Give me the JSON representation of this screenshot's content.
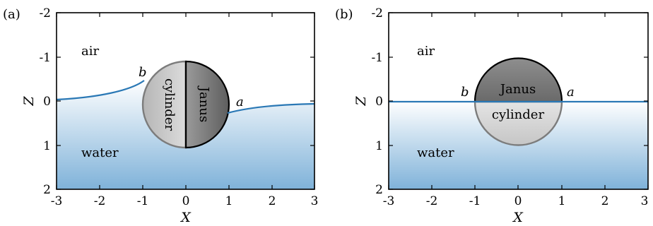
{
  "panels": [
    {
      "tag": "(a)",
      "region_air": "air",
      "region_water": "water",
      "point_a": "a",
      "point_b": "b",
      "label_janus": "Janus",
      "label_cylinder": "cylinder",
      "x_label": "X",
      "z_label": "Z",
      "x_ticks": [
        "-3",
        "-2",
        "-1",
        "0",
        "1",
        "2",
        "3"
      ],
      "z_ticks": [
        "-2",
        "-1",
        "0",
        "1",
        "2"
      ]
    },
    {
      "tag": "(b)",
      "region_air": "air",
      "region_water": "water",
      "point_a": "a",
      "point_b": "b",
      "label_janus": "Janus",
      "label_cylinder": "cylinder",
      "x_label": "X",
      "z_label": "Z",
      "x_ticks": [
        "-3",
        "-2",
        "-1",
        "0",
        "1",
        "2",
        "3"
      ],
      "z_ticks": [
        "-2",
        "-1",
        "0",
        "1",
        "2"
      ]
    }
  ],
  "colors": {
    "interface": "#2a78b5",
    "water_top": "#ffffff",
    "water_bottom": "#7fb2d9",
    "janus_dark": "#7a7a7a",
    "cylinder_light": "#c9c9c9"
  }
}
